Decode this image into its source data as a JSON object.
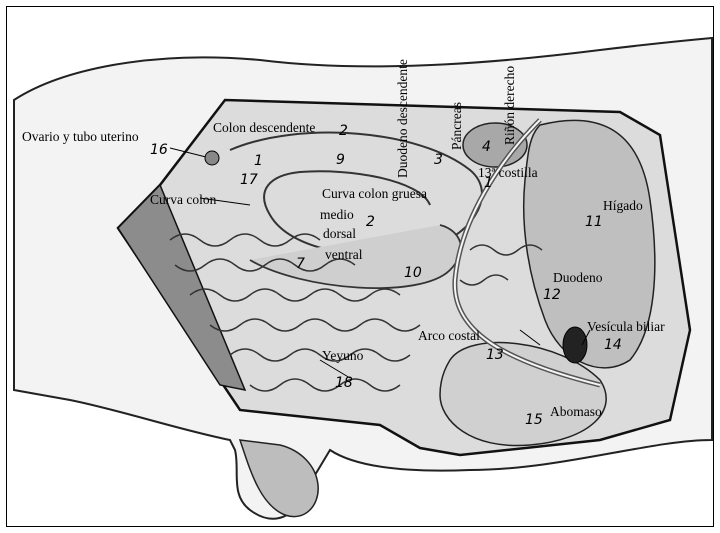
{
  "labels": {
    "ovario": "Ovario y tubo uterino",
    "colon_desc": "Colon descendente",
    "curva_colon": "Curva colon",
    "curva_colon_gruesa": "Curva colon gruesa",
    "medio": "medio",
    "dorsal": "dorsal",
    "ventral": "ventral",
    "costilla": "13ª costilla",
    "higado": "Hígado",
    "duodeno": "Duodeno",
    "arco_costal": "Arco costal",
    "vesicula": "Vesícula biliar",
    "yeyuno": "Yeyuno",
    "abomaso": "Abomaso",
    "duodeno_desc": "Duodeno descendente",
    "pancreas": "Páncreas",
    "rinon": "Riñón derecho"
  },
  "numbers": {
    "n1a": "1",
    "n1b": "1",
    "n2a": "2",
    "n2b": "2",
    "n3": "3",
    "n4": "4",
    "n7": "7",
    "n9": "9",
    "n10": "10",
    "n11": "11",
    "n12": "12",
    "n13": "13",
    "n14": "14",
    "n15": "15",
    "n16": "16",
    "n17": "17",
    "n18": "18"
  }
}
